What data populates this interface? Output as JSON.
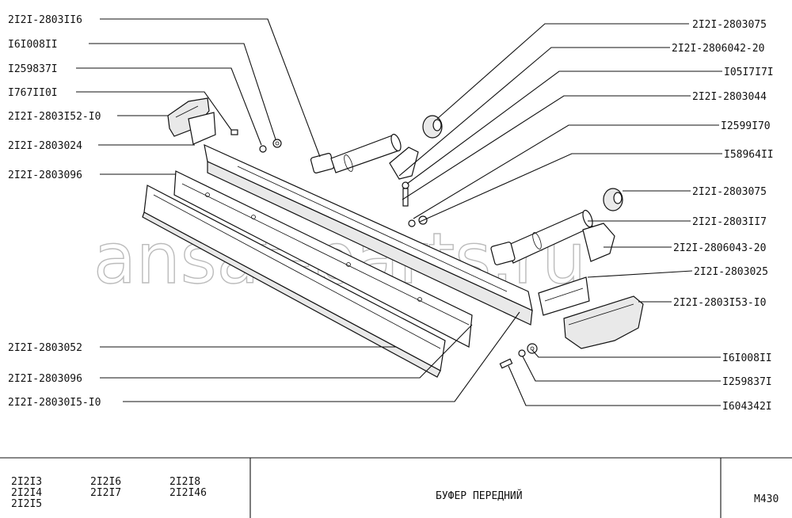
{
  "watermark": "ansat-parts.ru",
  "labels": [
    "2I2I-2803II6",
    "I6I008II",
    "I259837I",
    "I767II0I",
    "2I2I-2803I52-I0",
    "2I2I-2803024",
    "2I2I-2803096",
    "2I2I-2803052",
    "2I2I-2803096",
    "2I2I-28030I5-I0",
    "2I2I-2803075",
    "2I2I-2806042-20",
    "I05I7I7I",
    "2I2I-2803044",
    "I2599I70",
    "I58964II",
    "2I2I-2803075",
    "2I2I-2803II7",
    "2I2I-2806043-20",
    "2I2I-2803025",
    "2I2I-2803I53-I0",
    "I6I008II",
    "I259837I",
    "I604342I"
  ],
  "title_block": {
    "models": [
      "2I2I3",
      "2I2I4",
      "2I2I5",
      "2I2I6",
      "2I2I7",
      "2I2I8",
      "2I2I46"
    ],
    "title": "БУФЕР  ПЕРЕДНИЙ",
    "sheet": "M430"
  }
}
